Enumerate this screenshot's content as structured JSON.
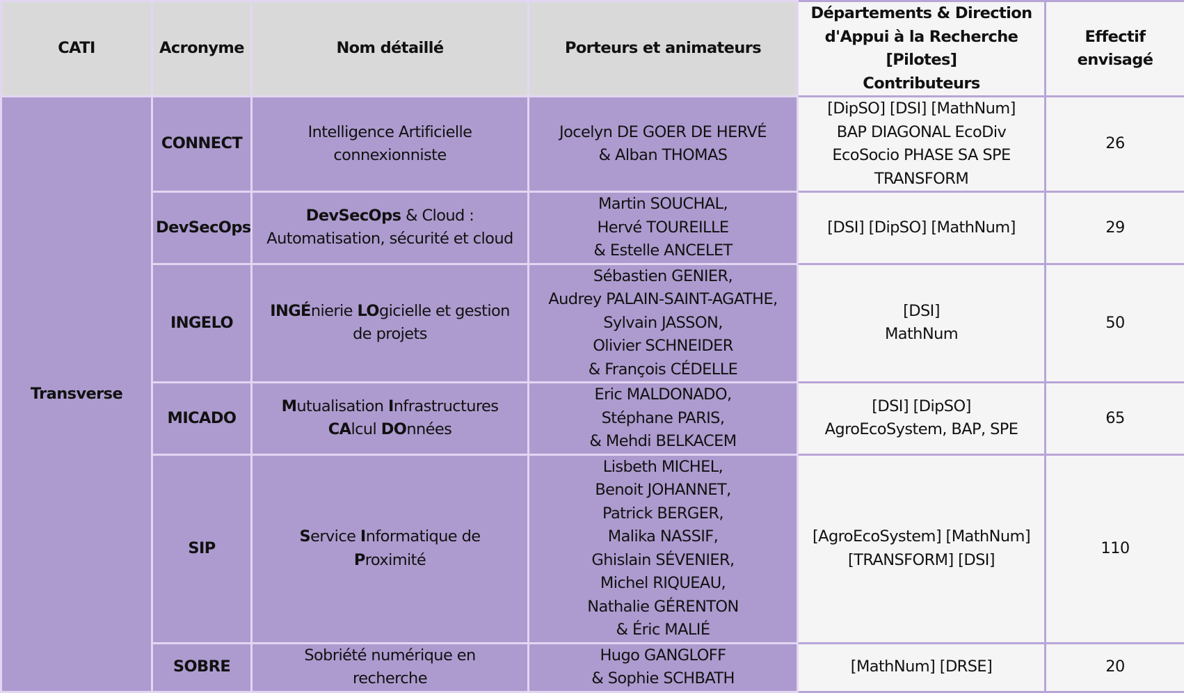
{
  "headers": [
    "CATI",
    "Acronyme",
    "Nom détaillé",
    "Porteurs et animateurs",
    [
      "Départements & Direction",
      "d'Appui à la Recherche",
      "[Pilotes]",
      "Contributeurs"
    ],
    [
      "Effectif",
      "envisagé"
    ]
  ],
  "cati": "Transverse",
  "rows": [
    {
      "acronym": "CONNECT",
      "name": [
        [
          {
            "t": "Intelligence Artificielle",
            "b": false
          }
        ],
        [
          {
            "t": "connexionniste",
            "b": false
          }
        ]
      ],
      "people": [
        "Jocelyn DE GOER DE HERVÉ",
        "& Alban THOMAS"
      ],
      "depts": [
        "[DipSO] [DSI] [MathNum]",
        "BAP DIAGONAL EcoDiv",
        "EcoSocio PHASE SA SPE",
        "TRANSFORM"
      ],
      "effectif": "26"
    },
    {
      "acronym": "DevSecOps",
      "name": [
        [
          {
            "t": "DevSecOps",
            "b": true
          },
          {
            "t": " & Cloud :",
            "b": false
          }
        ],
        [
          {
            "t": "Automatisation, sécurité et cloud",
            "b": false
          }
        ]
      ],
      "people": [
        "Martin SOUCHAL,",
        "Hervé TOUREILLE",
        "& Estelle ANCELET"
      ],
      "depts": [
        "[DSI] [DipSO] [MathNum]"
      ],
      "effectif": "29"
    },
    {
      "acronym": "INGELO",
      "name": [
        [
          {
            "t": "INGÉ",
            "b": true
          },
          {
            "t": "nierie ",
            "b": false
          },
          {
            "t": "LO",
            "b": true
          },
          {
            "t": "gicielle et gestion",
            "b": false
          }
        ],
        [
          {
            "t": "de projets",
            "b": false
          }
        ]
      ],
      "people": [
        "Sébastien GENIER,",
        "Audrey PALAIN-SAINT-AGATHE,",
        "Sylvain JASSON,",
        "Olivier SCHNEIDER",
        "& François CÉDELLE"
      ],
      "depts": [
        "[DSI]",
        "MathNum"
      ],
      "effectif": "50"
    },
    {
      "acronym": "MICADO",
      "name": [
        [
          {
            "t": "M",
            "b": true
          },
          {
            "t": "utualisation ",
            "b": false
          },
          {
            "t": "I",
            "b": true
          },
          {
            "t": "nfrastructures",
            "b": false
          }
        ],
        [
          {
            "t": "CA",
            "b": true
          },
          {
            "t": "lcul ",
            "b": false
          },
          {
            "t": "DO",
            "b": true
          },
          {
            "t": "nnées",
            "b": false
          }
        ]
      ],
      "people": [
        "Eric MALDONADO,",
        "Stéphane PARIS,",
        "& Mehdi BELKACEM"
      ],
      "depts": [
        "[DSI] [DipSO]",
        "AgroEcoSystem, BAP, SPE"
      ],
      "effectif": "65"
    },
    {
      "acronym": "SIP",
      "name": [
        [
          {
            "t": "S",
            "b": true
          },
          {
            "t": "ervice ",
            "b": false
          },
          {
            "t": "I",
            "b": true
          },
          {
            "t": "nformatique de",
            "b": false
          }
        ],
        [
          {
            "t": "P",
            "b": true
          },
          {
            "t": "roximité",
            "b": false
          }
        ]
      ],
      "people": [
        "Lisbeth MICHEL,",
        "Benoit JOHANNET,",
        "Patrick BERGER,",
        "Malika NASSIF,",
        "Ghislain SÉVENIER,",
        "Michel RIQUEAU,",
        "Nathalie GÉRENTON",
        "& Éric MALIÉ"
      ],
      "depts": [
        "[AgroEcoSystem] [MathNum]",
        "[TRANSFORM] [DSI]"
      ],
      "effectif": "110"
    },
    {
      "acronym": "SOBRE",
      "name": [
        [
          {
            "t": "Sobriété numérique en",
            "b": false
          }
        ],
        [
          {
            "t": "recherche",
            "b": false
          }
        ]
      ],
      "people": [
        "Hugo GANGLOFF",
        "& Sophie SCHBATH"
      ],
      "depts": [
        "[MathNum] [DRSE]"
      ],
      "effectif": "20"
    }
  ]
}
